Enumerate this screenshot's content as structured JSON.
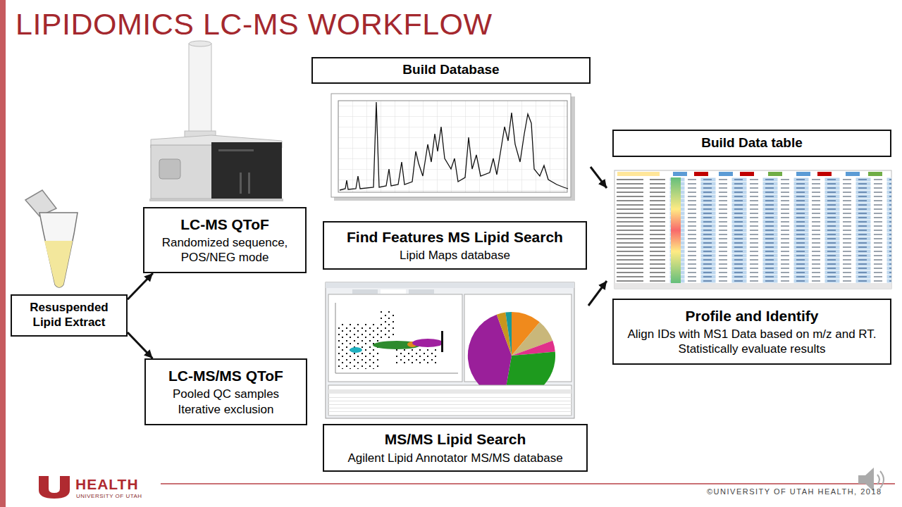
{
  "diagram": {
    "title": "LIPIDOMICS LC-MS WORKFLOW",
    "nodes": [
      {
        "text": [
          "Resuspended Lipid Extract"
        ]
      },
      {
        "text": [
          "LC-MS QToF",
          "Randomized sequence, POS/NEG mode"
        ]
      },
      {
        "text": [
          "LC-MS/MS QToF",
          "Pooled QC samples Iterative exclusion"
        ]
      },
      {
        "text": [
          "Build Database"
        ]
      },
      {
        "text": [
          "Find Features MS Lipid Search",
          "Lipid Maps database"
        ]
      },
      {
        "text": [
          "MS/MS Lipid Search",
          "Agilent Lipid Annotator MS/MS database"
        ]
      },
      {
        "text": [
          "Build Data table"
        ]
      },
      {
        "text": [
          "Profile and Identify",
          "Align IDs with MS1 Data based on m/z and RT. Statistically evaluate results"
        ]
      }
    ],
    "edges": [
      {
        "from": 0,
        "to": 1,
        "arrow": "to"
      },
      {
        "from": 0,
        "to": 2,
        "arrow": "to"
      }
    ],
    "labels": [
      "HEALTH",
      "UNIVERSITY OF UTAH",
      "©UNIVERSITY OF UTAH HEALTH, 2018"
    ]
  }
}
